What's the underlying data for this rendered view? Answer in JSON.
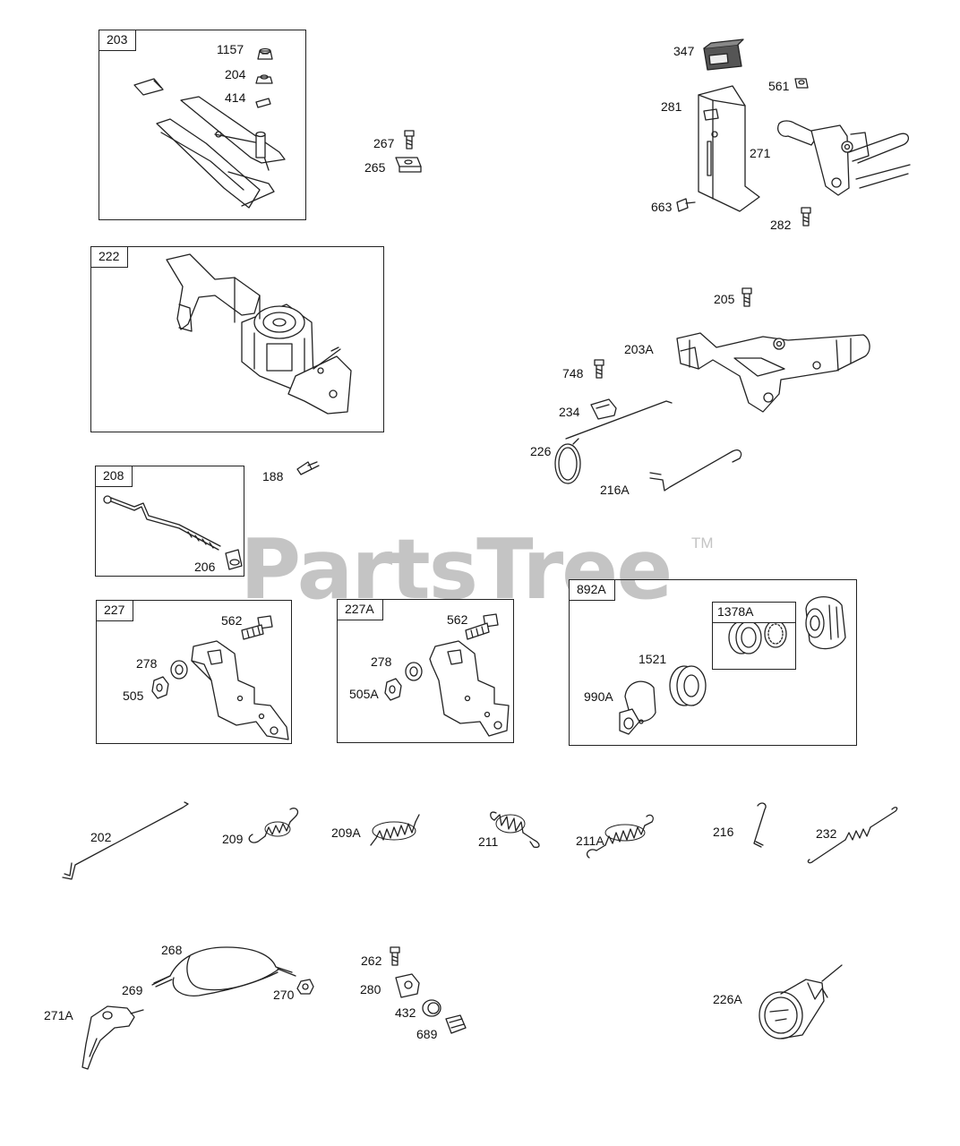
{
  "watermark": {
    "text": "PartsTree",
    "trademark": "TM",
    "color": "#c4c4c4"
  },
  "groups": [
    {
      "id": "203",
      "label": "203"
    },
    {
      "id": "222",
      "label": "222"
    },
    {
      "id": "208",
      "label": "208"
    },
    {
      "id": "227",
      "label": "227"
    },
    {
      "id": "227A",
      "label": "227A"
    },
    {
      "id": "892A",
      "label": "892A"
    },
    {
      "id": "1378A",
      "label": "1378A"
    }
  ],
  "parts": [
    "1157",
    "204",
    "414",
    "267",
    "265",
    "347",
    "561",
    "281",
    "271",
    "663",
    "282",
    "205",
    "203A",
    "748",
    "234",
    "226",
    "216A",
    "188",
    "206",
    "562",
    "278",
    "505",
    "562",
    "278",
    "505A",
    "1521",
    "990A",
    "202",
    "209",
    "209A",
    "211",
    "211A",
    "216",
    "232",
    "268",
    "269",
    "270",
    "271A",
    "262",
    "280",
    "432",
    "689",
    "226A"
  ]
}
